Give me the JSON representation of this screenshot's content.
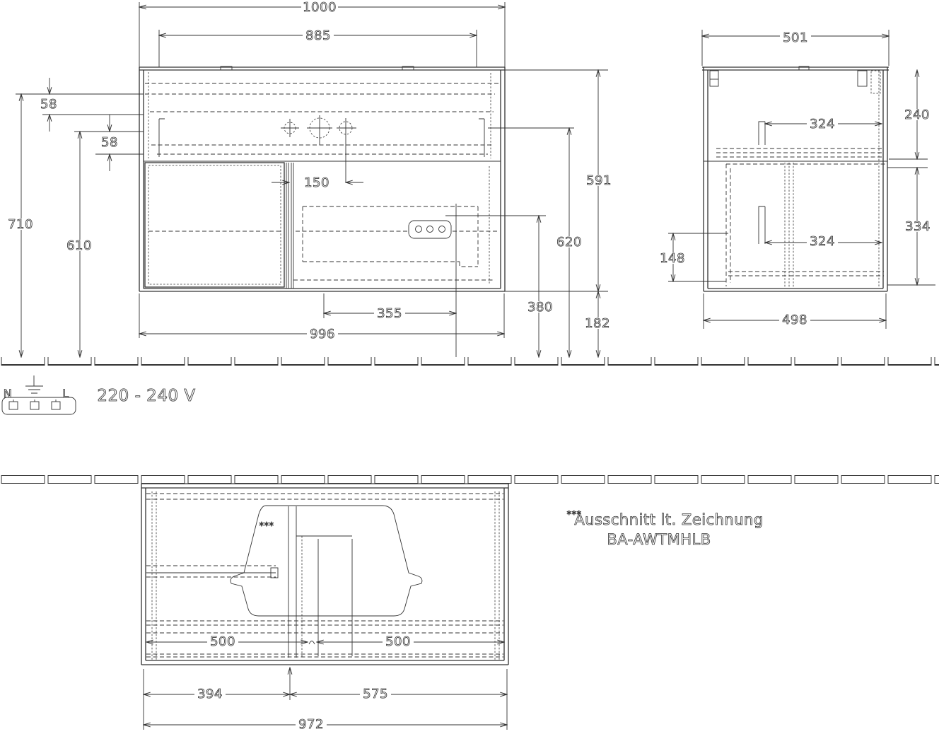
{
  "drawing_type": "furniture-technical-drawing",
  "dims": {
    "front": {
      "total_width": "1000",
      "basin_width": "885",
      "top_offset": "58",
      "mid_offset": "58",
      "total_height": "710",
      "height_holes_to_floor_left": "610",
      "hole_offset": "150",
      "socket_offset_x": "355",
      "cabinet_width": "996",
      "cabinet_height": "591",
      "height_holes_to_floor_right": "620",
      "socket_height": "380",
      "floor_clearance": "182"
    },
    "side": {
      "total_depth": "501",
      "upper_section_height": "240",
      "upper_drawer_depth": "324",
      "lower_section_height": "334",
      "lower_drawer_depth": "324",
      "recess_height": "148",
      "cabinet_depth": "498"
    },
    "top": {
      "left_drawer_width": "500",
      "right_drawer_width": "500",
      "left_section_width": "394",
      "right_section_width": "575",
      "total_width": "972"
    }
  },
  "labels": {
    "voltage": "220 - 240 V",
    "terminal_n": "N",
    "terminal_l": "L",
    "cutout_marker": "***",
    "cutout_note_line1": "Ausschnitt lt. Zeichnung",
    "cutout_note_line2": "BA-AWTMHLB"
  },
  "colors": {
    "line": "#333333",
    "background": "#ffffff"
  }
}
